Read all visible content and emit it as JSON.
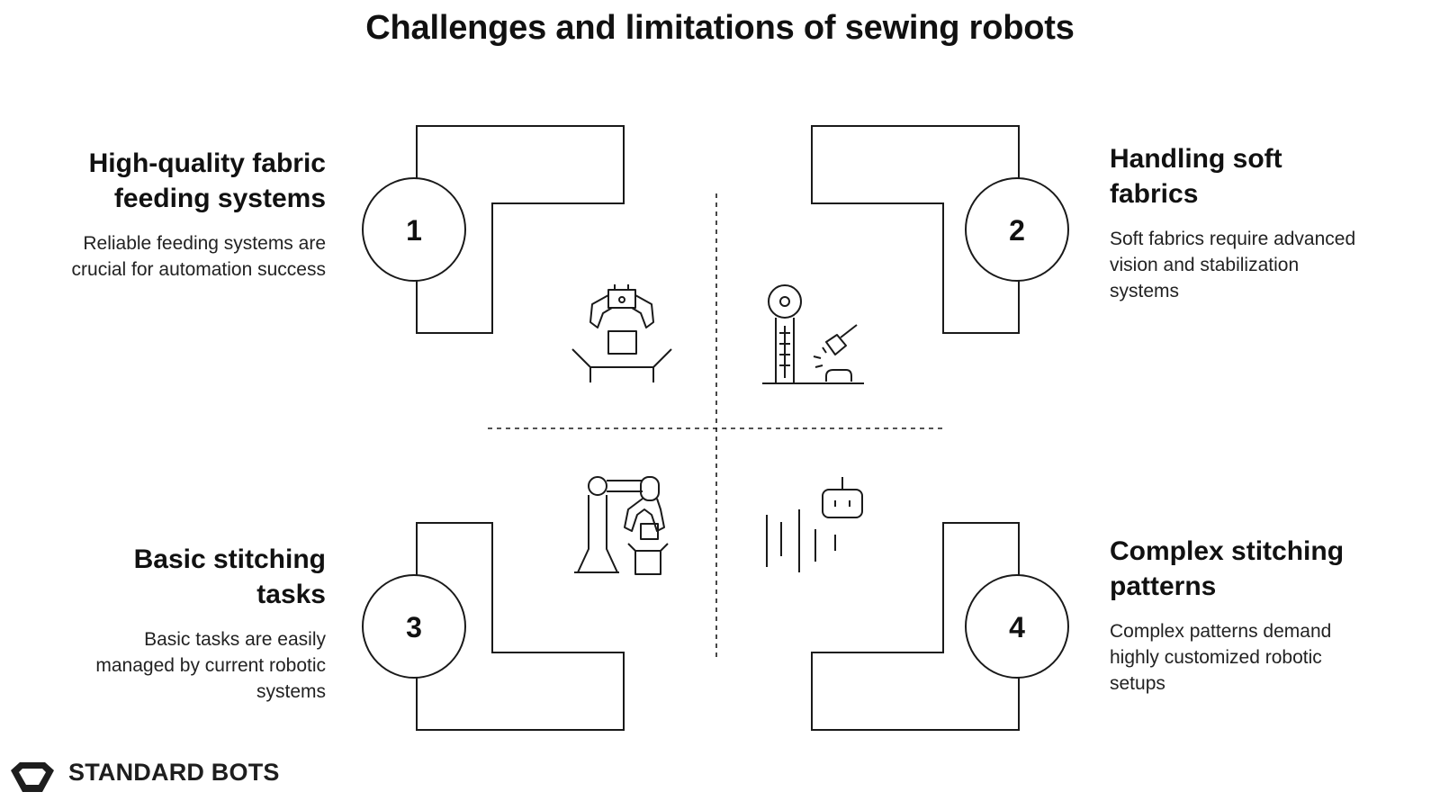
{
  "title": "Challenges and limitations of sewing robots",
  "items": [
    {
      "number": "1",
      "heading": "High-quality fabric feeding systems",
      "description": "Reliable feeding systems are crucial for automation success",
      "icon": "robot-gripper-icon"
    },
    {
      "number": "2",
      "heading": "Handling soft fabrics",
      "description": "Soft fabrics require advanced vision and stabilization systems",
      "icon": "vision-sensor-icon"
    },
    {
      "number": "3",
      "heading": "Basic stitching tasks",
      "description": "Basic tasks are easily managed by current robotic systems",
      "icon": "robotic-arm-icon"
    },
    {
      "number": "4",
      "heading": "Complex stitching patterns",
      "description": "Complex patterns demand highly customized robotic setups",
      "icon": "robot-head-icon"
    }
  ],
  "brand": {
    "name": "STANDARD BOTS"
  }
}
